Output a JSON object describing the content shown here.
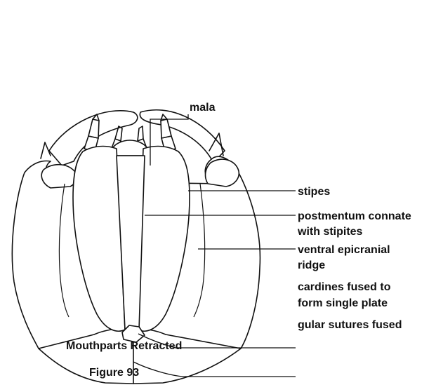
{
  "labels": {
    "mala": "mala",
    "stipes": "stipes",
    "postmentum_1": "postmentum connate",
    "postmentum_2": "with stipites",
    "ventral_1": "ventral epicranial",
    "ventral_2": "ridge",
    "cardines_1": "cardines fused to",
    "cardines_2": "form single plate",
    "gular": "gular sutures fused"
  },
  "caption": {
    "subtitle": "Mouthparts Retracted",
    "figure": "Figure 93"
  }
}
